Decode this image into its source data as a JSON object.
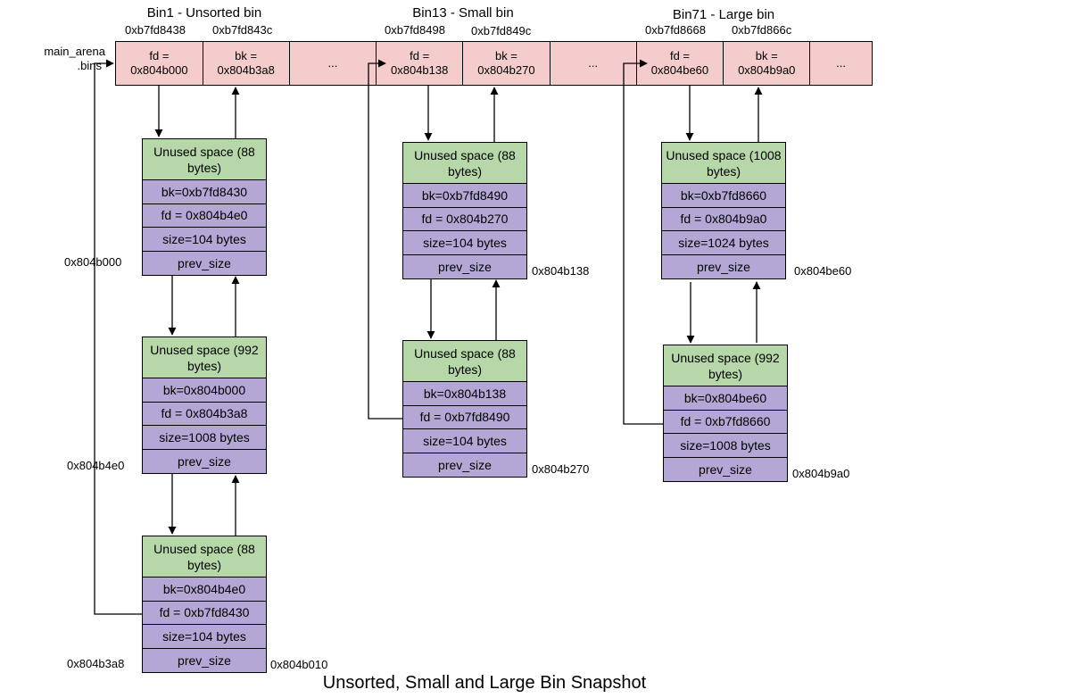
{
  "arena_label": [
    "main_arena",
    ".bins"
  ],
  "caption": "Unsorted, Small and Large Bin Snapshot",
  "bin_groups": [
    {
      "title": "Bin1 - Unsorted bin",
      "fd_addr": "0xb7fd8438",
      "bk_addr": "0xb7fd843c"
    },
    {
      "title": "Bin13 - Small bin",
      "fd_addr": "0xb7fd8498",
      "bk_addr": "0xb7fd849c"
    },
    {
      "title": "Bin71 - Large bin",
      "fd_addr": "0xb7fd8668",
      "bk_addr": "0xb7fd866c"
    }
  ],
  "bin_cells": [
    {
      "line1": "fd =",
      "line2": "0x804b000"
    },
    {
      "line1": "bk =",
      "line2": "0x804b3a8"
    },
    {
      "line1": "...",
      "line2": ""
    },
    {
      "line1": "fd =",
      "line2": "0x804b138"
    },
    {
      "line1": "bk =",
      "line2": "0x804b270"
    },
    {
      "line1": "...",
      "line2": ""
    },
    {
      "line1": "fd =",
      "line2": "0x804be60"
    },
    {
      "line1": "bk =",
      "line2": "0x804b9a0"
    },
    {
      "line1": "...",
      "line2": ""
    }
  ],
  "chunks": [
    {
      "head": "Unused space (88 bytes)",
      "bk": "bk=0xb7fd8430",
      "fd": "fd = 0x804b4e0",
      "size": "size=104 bytes",
      "prev": "prev_size",
      "addr_left": "0x804b000",
      "addr_right": ""
    },
    {
      "head": "Unused space (992 bytes)",
      "bk": "bk=0x804b000",
      "fd": "fd = 0x804b3a8",
      "size": "size=1008 bytes",
      "prev": "prev_size",
      "addr_left": "0x804b4e0",
      "addr_right": ""
    },
    {
      "head": "Unused space (88 bytes)",
      "bk": "bk=0x804b4e0",
      "fd": "fd = 0xb7fd8430",
      "size": "size=104 bytes",
      "prev": "prev_size",
      "addr_left": "0x804b3a8",
      "addr_right": "0x804b010"
    },
    {
      "head": "Unused space (88 bytes)",
      "bk": "bk=0xb7fd8490",
      "fd": "fd = 0x804b270",
      "size": "size=104 bytes",
      "prev": "prev_size",
      "addr_left": "",
      "addr_right": "0x804b138"
    },
    {
      "head": "Unused space (88 bytes)",
      "bk": "bk=0x804b138",
      "fd": "fd = 0xb7fd8490",
      "size": "size=104 bytes",
      "prev": "prev_size",
      "addr_left": "",
      "addr_right": "0x804b270"
    },
    {
      "head": "Unused space (1008 bytes)",
      "bk": "bk=0xb7fd8660",
      "fd": "fd = 0x804b9a0",
      "size": "size=1024 bytes",
      "prev": "prev_size",
      "addr_left": "",
      "addr_right": "0x804be60"
    },
    {
      "head": "Unused space (992 bytes)",
      "bk": "bk=0x804be60",
      "fd": "fd = 0xb7fd8660",
      "size": "size=1008 bytes",
      "prev": "prev_size",
      "addr_left": "",
      "addr_right": "0x804b9a0"
    }
  ]
}
